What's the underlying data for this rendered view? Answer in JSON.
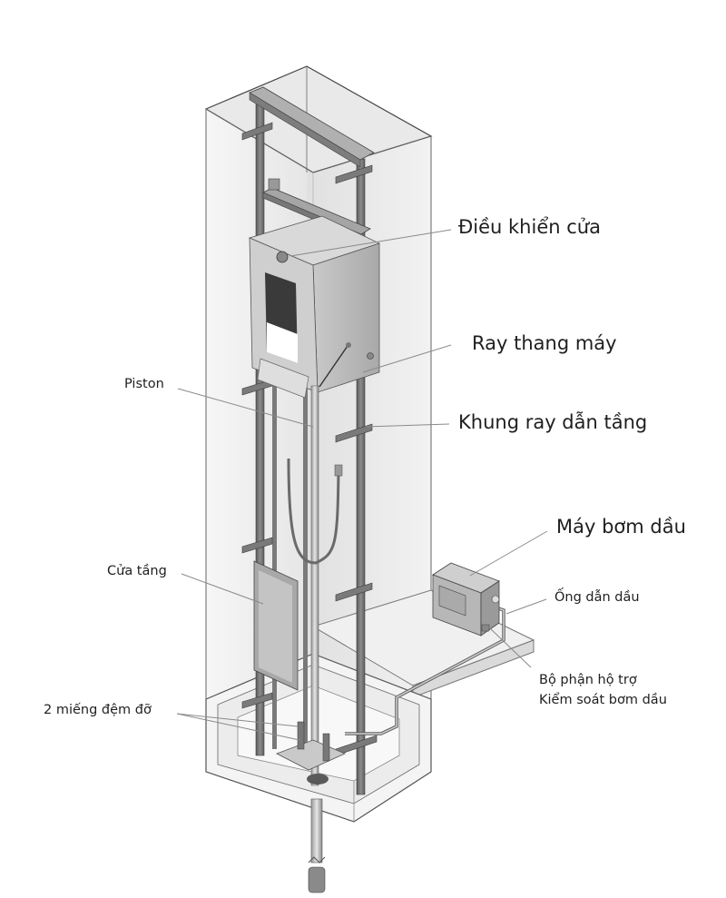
{
  "diagram": {
    "title": "",
    "subject": "hydraulic elevator",
    "labels": {
      "door_operator": "Điều khiển cửa",
      "guide_rail": "Ray thang máy",
      "rail_bracket": "Khung ray dẫn tầng",
      "pump_unit": "Máy bơm dầu",
      "oil_pipe": "Ống dẫn dầu",
      "control_valve_line1": "Bộ phận hộ trợ",
      "control_valve_line2": "Kiểm soát bơm dầu",
      "piston": "Piston",
      "landing_door": "Cửa tầng",
      "buffers": "2 miếng đệm đỡ"
    },
    "colors": {
      "shaft_fill": "#efefef",
      "shaft_line": "#555555",
      "metal_dark": "#6f6f6f",
      "metal_mid": "#a8a8a8",
      "metal_light": "#d4d4d4",
      "text": "#1f1f1f",
      "leader": "#8a8a8a"
    }
  }
}
